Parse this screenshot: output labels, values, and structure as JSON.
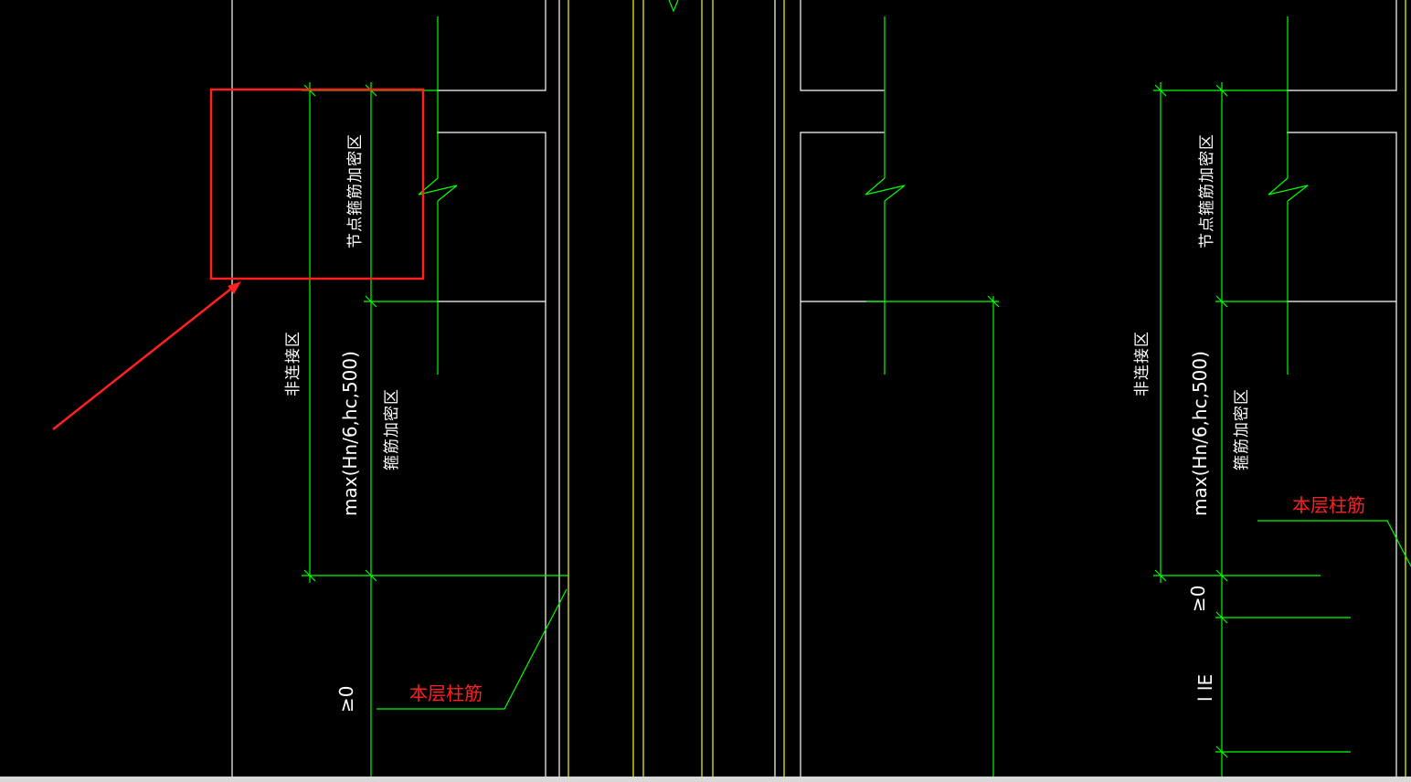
{
  "drawing": {
    "labels": {
      "left_node_zone": "节点箍筋加密区",
      "left_non_connect": "非连接区",
      "left_max_formula": "max(Hn/6,hc,500)",
      "left_stirrup_zone": "箍筋加密区",
      "left_ge": "≥0",
      "left_floor_rebar": "本层柱筋",
      "right_node_zone": "节点箍筋加密区",
      "right_non_connect": "非连接区",
      "right_max_formula": "max(Hn/6,hc,500)",
      "right_stirrup_zone": "箍筋加密区",
      "right_ge": "≥0",
      "right_lle": "l lE",
      "right_floor_rebar": "本层柱筋"
    },
    "colors": {
      "background": "#000000",
      "outline": "#ffffff",
      "dimension": "#00ff00",
      "axis": "#ffff00",
      "highlight": "#ff2020"
    }
  }
}
